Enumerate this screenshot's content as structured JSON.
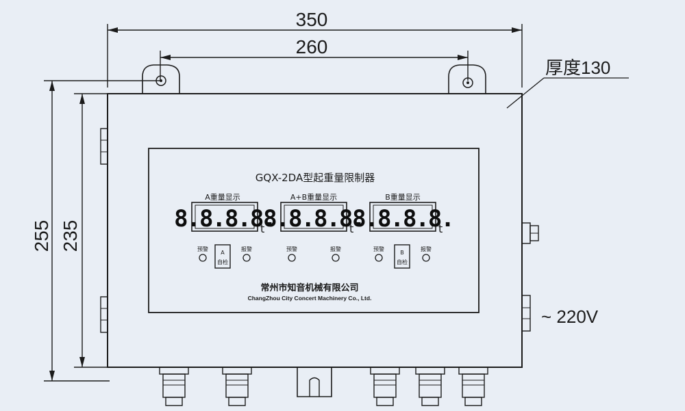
{
  "dimensions": {
    "overall_width": "350",
    "mount_spacing": "260",
    "overall_height": "255",
    "body_height": "235",
    "thickness_note": "厚度130",
    "power_note": "~ 220V"
  },
  "panel": {
    "title": "GQX-2DA型起重量限制器",
    "displays": [
      {
        "label": "A重量显示",
        "reading": "8.8.8.8.",
        "unit": "t"
      },
      {
        "label": "A+B重量显示",
        "reading": "8.8.8.8.",
        "unit": "t"
      },
      {
        "label": "B重量显示",
        "reading": "8.8.8.8.",
        "unit": "t"
      }
    ],
    "indicators": {
      "warn_pre": "预警",
      "warn_alarm": "报警"
    },
    "buttons": {
      "a_letter": "A",
      "b_letter": "B",
      "self_test": "自检"
    },
    "company_cn": "常州市知音机械有限公司",
    "company_en": "ChangZhou City Concert Machinery Co., Ltd."
  },
  "colors": {
    "background": "#e9eef5",
    "line": "#1b1b1b"
  }
}
